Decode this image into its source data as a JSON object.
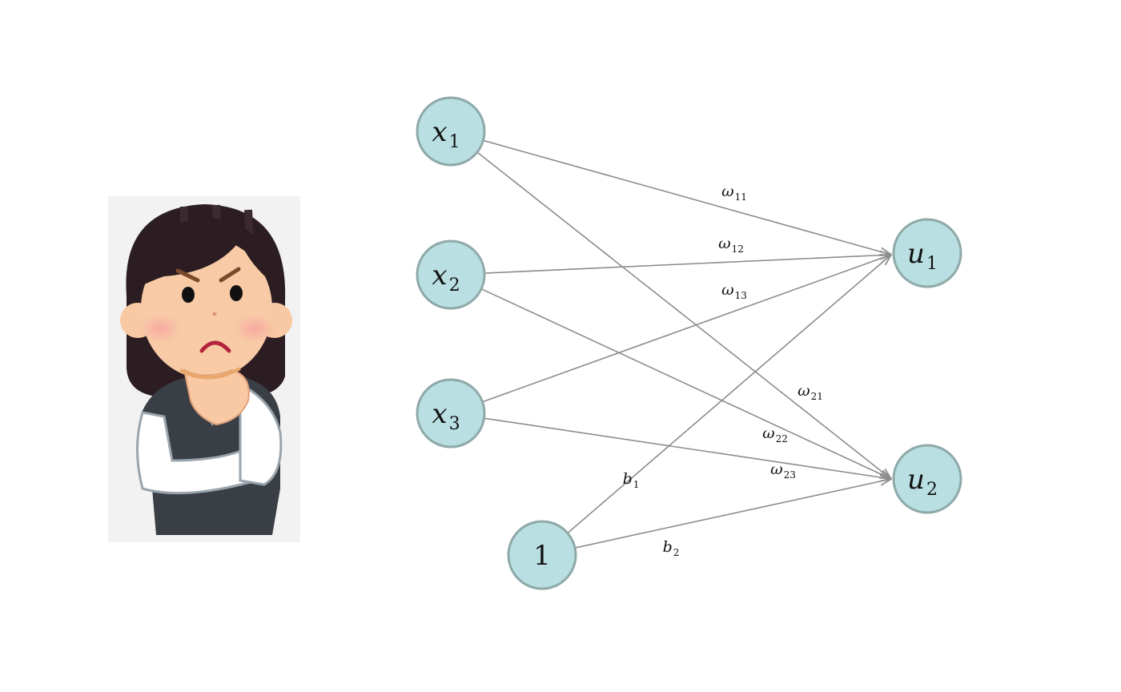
{
  "colors": {
    "node_fill": "#b9dfe2",
    "node_stroke": "#8fa9a9",
    "edge": "#8c8c8c",
    "illustration_bg": "#f2f2f2"
  },
  "illustration": {
    "icon": "thinking-woman-icon"
  },
  "nodes": [
    {
      "id": "x1",
      "main": "x",
      "sub": "1"
    },
    {
      "id": "x2",
      "main": "x",
      "sub": "2"
    },
    {
      "id": "x3",
      "main": "x",
      "sub": "3"
    },
    {
      "id": "bias",
      "main": "1",
      "sub": ""
    },
    {
      "id": "u1",
      "main": "u",
      "sub": "1"
    },
    {
      "id": "u2",
      "main": "u",
      "sub": "2"
    }
  ],
  "edges": [
    {
      "from": "x1",
      "to": "u1",
      "main": "ω",
      "sub": "11"
    },
    {
      "from": "x2",
      "to": "u1",
      "main": "ω",
      "sub": "12"
    },
    {
      "from": "x3",
      "to": "u1",
      "main": "ω",
      "sub": "13"
    },
    {
      "from": "x1",
      "to": "u2",
      "main": "ω",
      "sub": "21"
    },
    {
      "from": "x2",
      "to": "u2",
      "main": "ω",
      "sub": "22"
    },
    {
      "from": "x3",
      "to": "u2",
      "main": "ω",
      "sub": "23"
    },
    {
      "from": "bias",
      "to": "u1",
      "main": "b",
      "sub": "1"
    },
    {
      "from": "bias",
      "to": "u2",
      "main": "b",
      "sub": "2"
    }
  ]
}
